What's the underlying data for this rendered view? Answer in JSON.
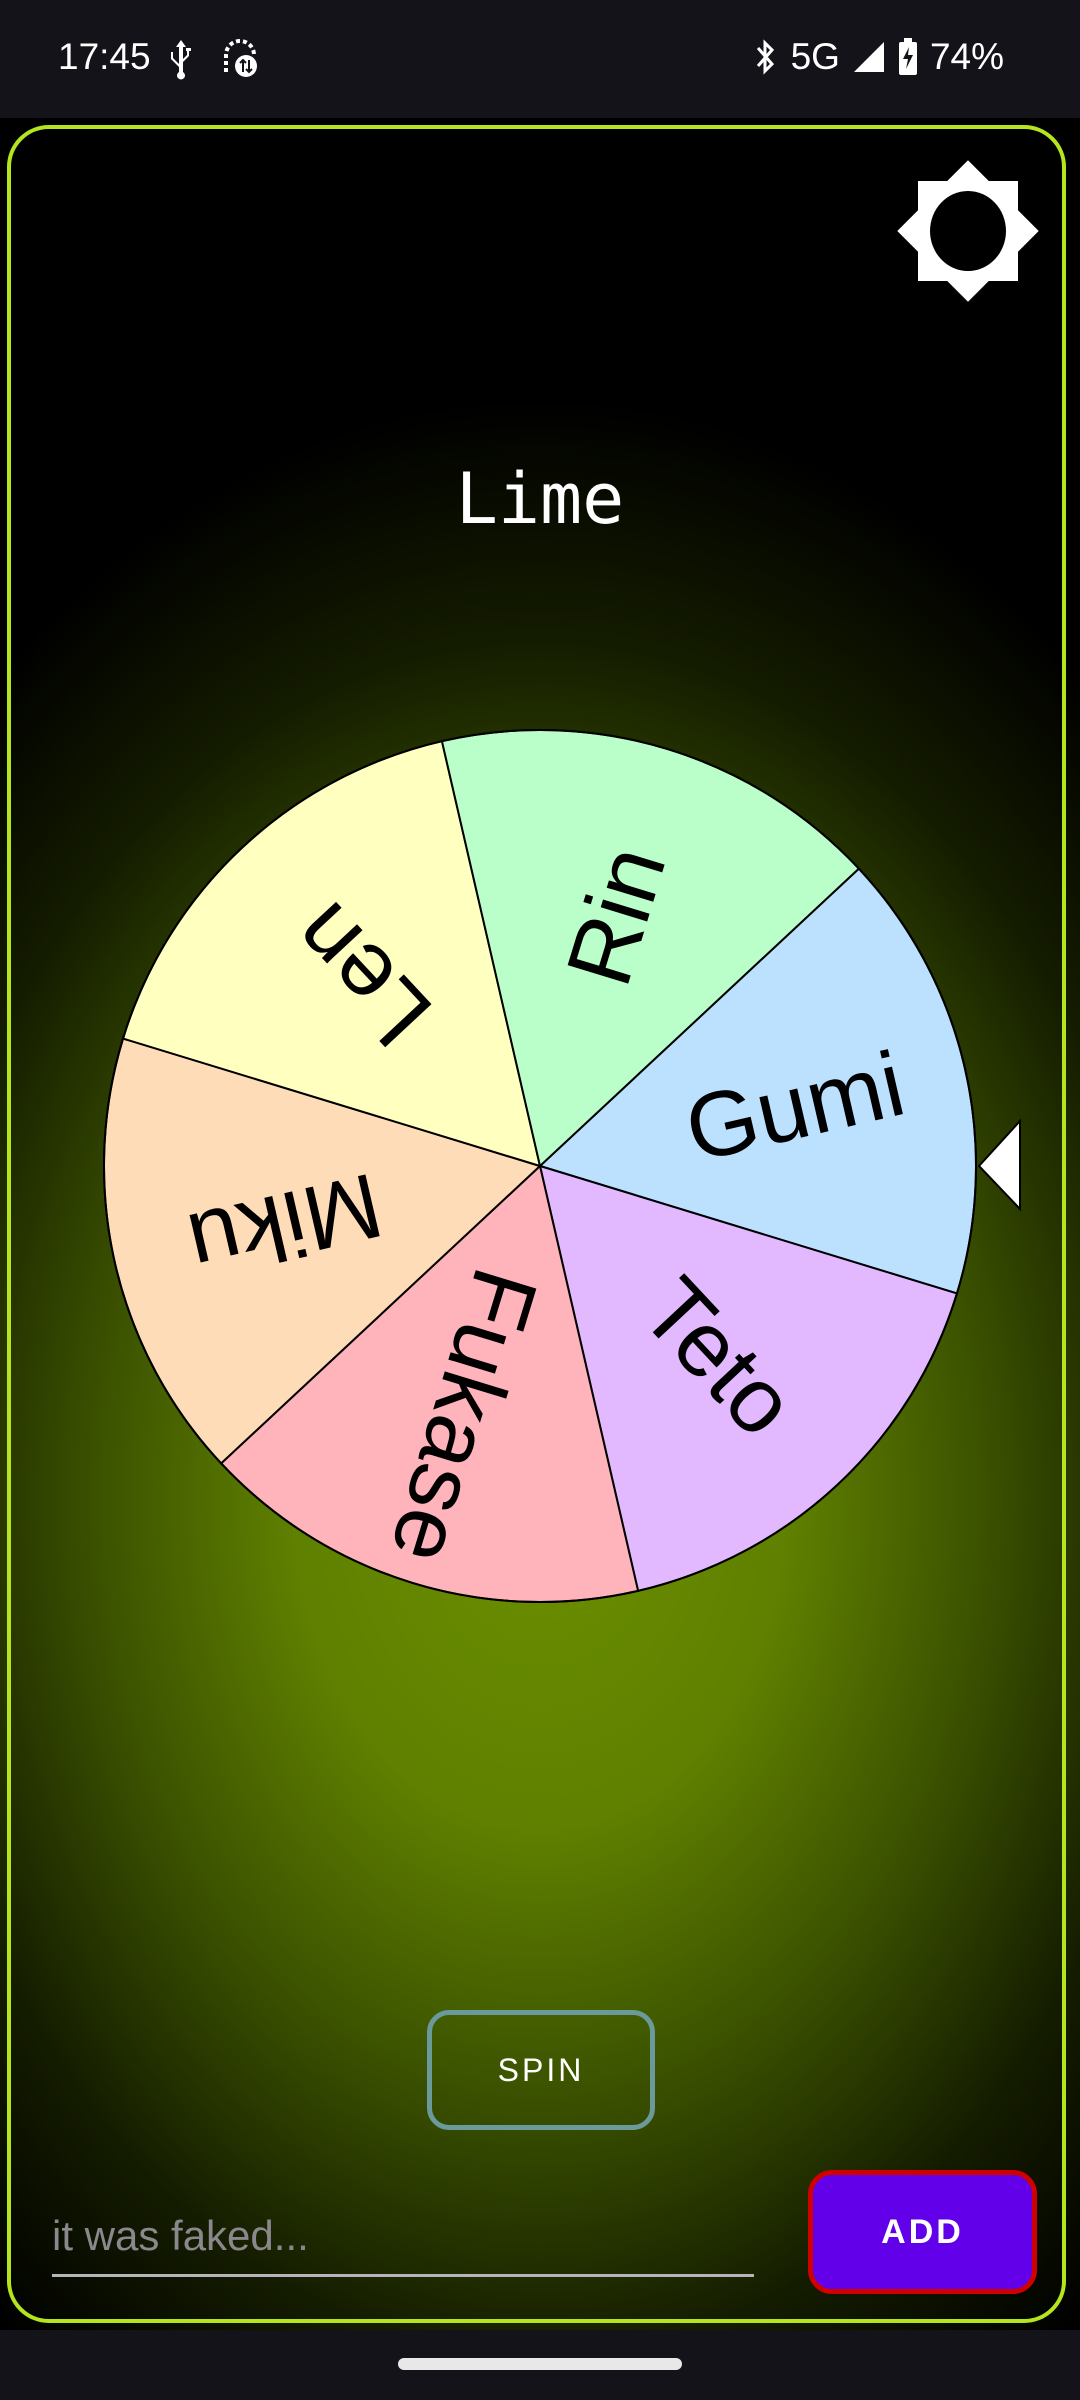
{
  "status_bar": {
    "time": "17:45",
    "left_icons": [
      "usb-icon",
      "data-saver-icon"
    ],
    "network": "5G",
    "battery": "74%",
    "right_icons": [
      "bluetooth-icon",
      "signal-icon",
      "battery-charging-icon"
    ]
  },
  "app": {
    "theme_toggle_icon": "brightness-icon",
    "title": "Lime",
    "accent_border_color": "#b5e61d",
    "wheel": {
      "segments": [
        {
          "label": "Gumi",
          "color": "#bbe1ff"
        },
        {
          "label": "Teto",
          "color": "#e2b8ff"
        },
        {
          "label": "Fukase",
          "color": "#ffb3ba"
        },
        {
          "label": "Miku",
          "color": "#ffdcb8"
        },
        {
          "label": "Len",
          "color": "#ffffbf"
        },
        {
          "label": "Rin",
          "color": "#baffc9"
        }
      ],
      "rotation_deg": -43,
      "pointer_icon": "pointer-triangle-icon"
    },
    "spin_label": "SPIN",
    "input": {
      "value": "",
      "placeholder": "it was faked..."
    },
    "add_label": "ADD",
    "add_color": "#6200ea"
  }
}
